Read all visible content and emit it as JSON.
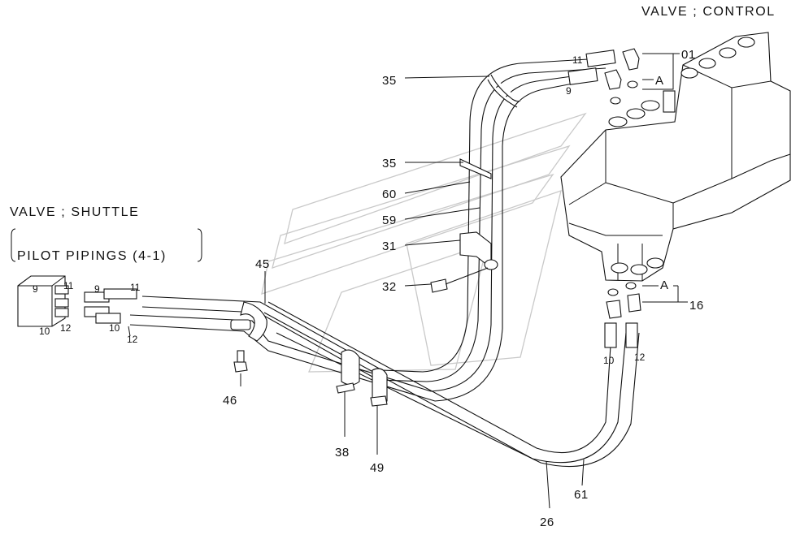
{
  "titles": {
    "control_valve": "VALVE ; CONTROL",
    "shuttle_valve": "VALVE ; SHUTTLE",
    "pilot_pipings": "PILOT  PIPINGS (4-1)"
  },
  "callouts": {
    "c01": "01",
    "cA_top": "A",
    "cA_bottom": "A",
    "c16": "16",
    "c35_top": "35",
    "c35_mid": "35",
    "c60": "60",
    "c59": "59",
    "c31": "31",
    "c32": "32",
    "c45": "45",
    "c46": "46",
    "c38": "38",
    "c49": "49",
    "c26": "26",
    "c61": "61"
  },
  "hose_tags": {
    "cv_11": "11",
    "cv_9": "9",
    "cv_10": "10",
    "cv_12": "12",
    "sv_block_9": "9",
    "sv_block_11": "11",
    "sv_block_10": "10",
    "sv_block_12": "12",
    "sv_hose_9": "9",
    "sv_hose_11": "11",
    "sv_hose_10": "10",
    "sv_hose_12": "12"
  }
}
